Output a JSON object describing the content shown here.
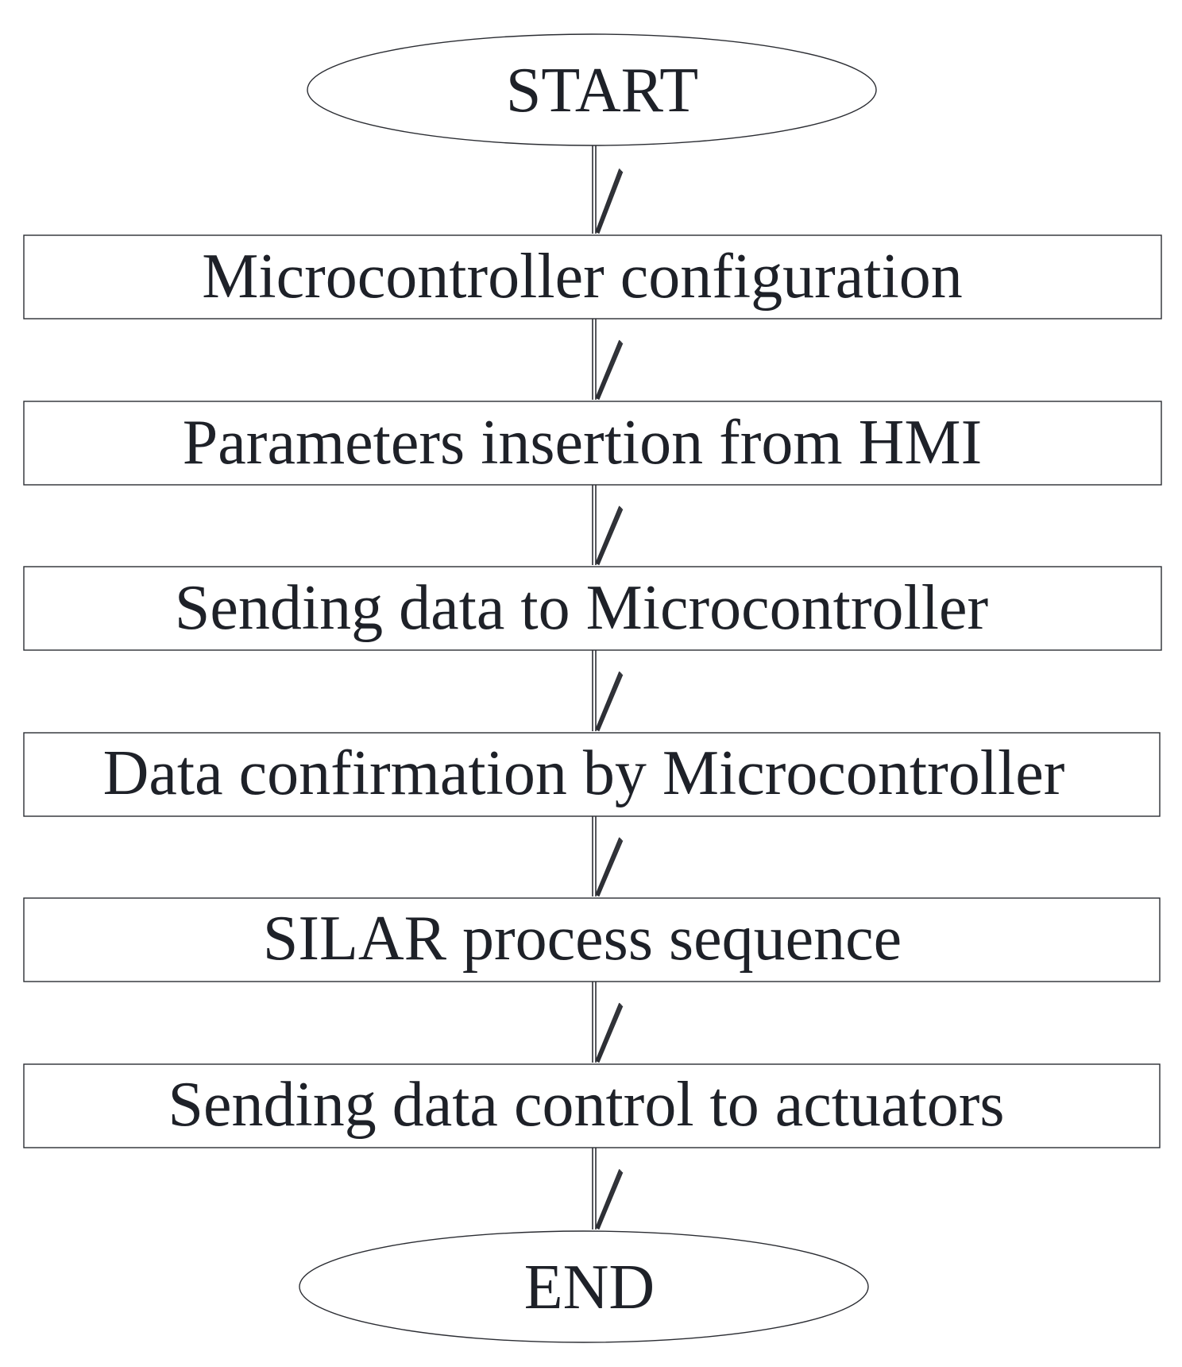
{
  "flowchart": {
    "start_label": "START",
    "end_label": "END",
    "steps": [
      {
        "label": "Microcontroller configuration"
      },
      {
        "label": "Parameters insertion from HMI"
      },
      {
        "label": "Sending data to Microcontroller"
      },
      {
        "label": "Data confirmation by Microcontroller"
      },
      {
        "label": "SILAR process sequence"
      },
      {
        "label": "Sending data control to actuators"
      }
    ],
    "colors": {
      "text": "#1e2128",
      "stroke": "#2b2d33",
      "background": "#ffffff"
    }
  }
}
